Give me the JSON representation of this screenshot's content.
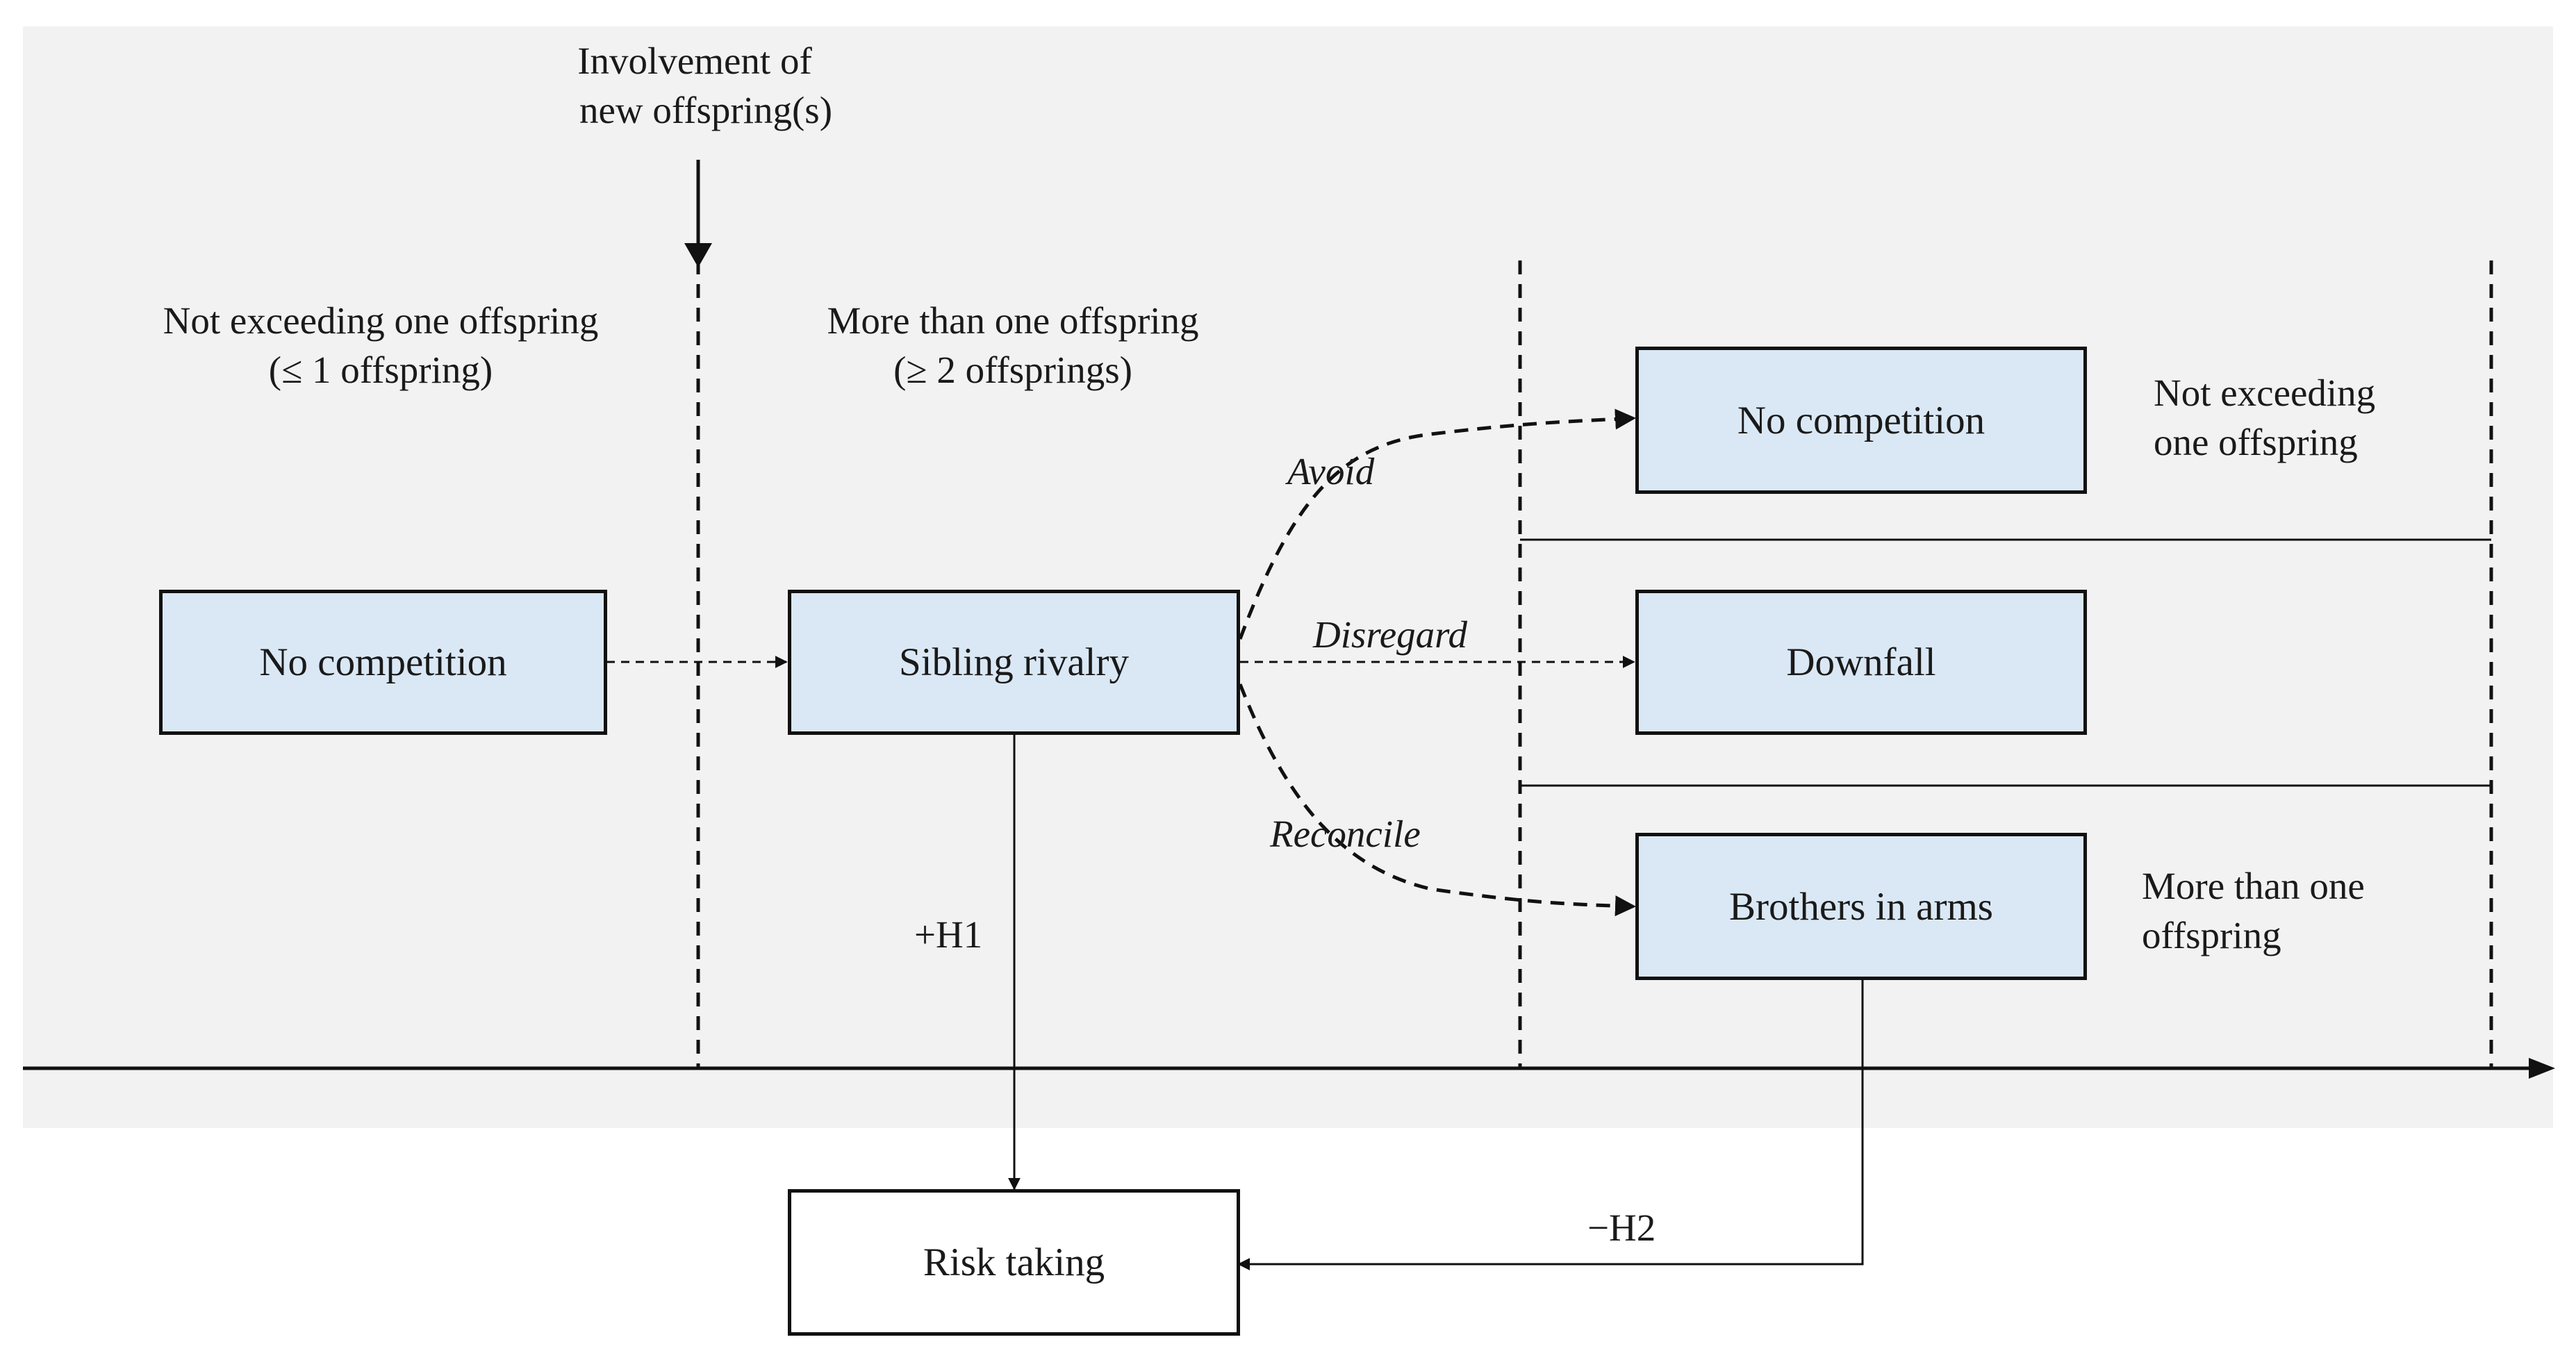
{
  "colors": {
    "panel_background": "#f2f2f2",
    "box_fill": "#dae8f5",
    "line": "#111111"
  },
  "header": {
    "involvement_line1": "Involvement of",
    "involvement_line2": "new offspring(s)"
  },
  "regions": {
    "left_line1": "Not exceeding one offspring",
    "left_line2": "(≤ 1 offspring)",
    "middle_line1": "More than one offspring",
    "middle_line2": "(≥ 2 offsprings)",
    "right_top_line1": "Not exceeding",
    "right_top_line2": "one offspring",
    "right_bottom_line1": "More than one",
    "right_bottom_line2": "offspring"
  },
  "boxes": {
    "no_competition_left": "No competition",
    "sibling_rivalry": "Sibling rivalry",
    "no_competition_right": "No competition",
    "downfall": "Downfall",
    "brothers_in_arms": "Brothers in arms",
    "risk_taking": "Risk taking"
  },
  "paths": {
    "avoid": "Avoid",
    "disregard": "Disregard",
    "reconcile": "Reconcile"
  },
  "hypotheses": {
    "h1": "+H1",
    "h2": "−H2"
  }
}
